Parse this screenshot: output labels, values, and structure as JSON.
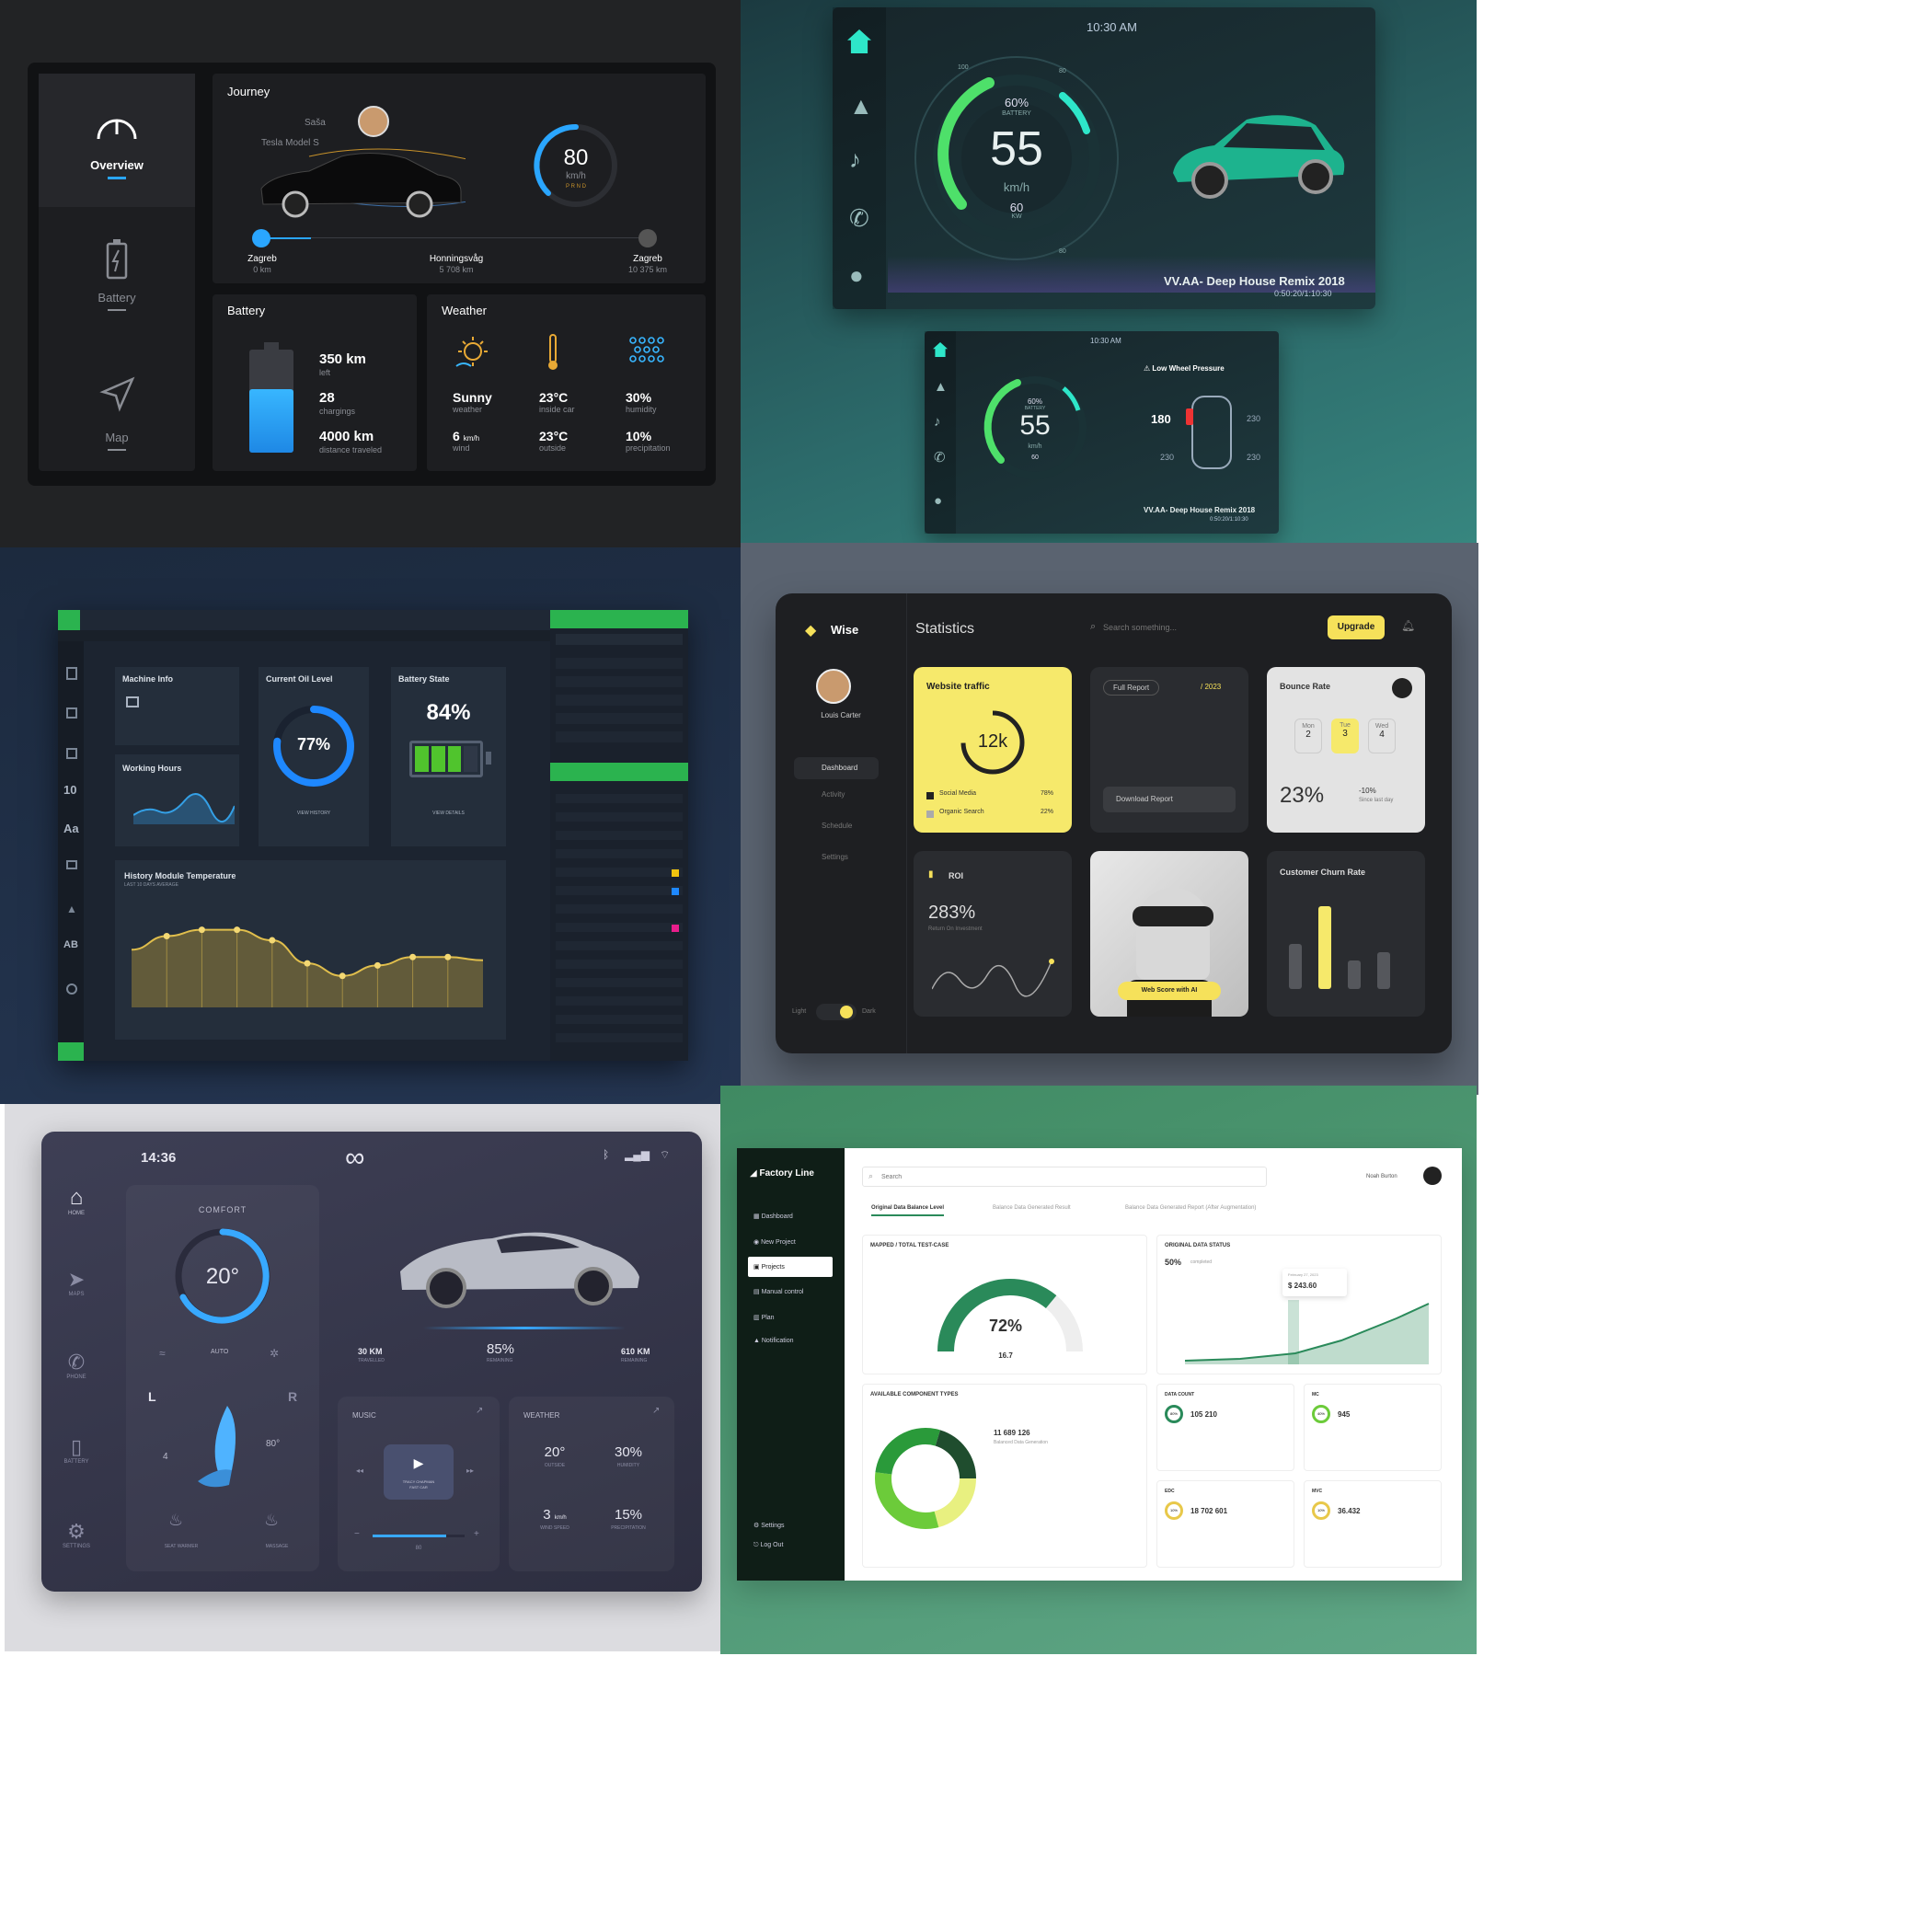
{
  "tesla": {
    "nav": [
      {
        "label": "Overview",
        "icon": "speedometer-icon"
      },
      {
        "label": "Battery",
        "icon": "battery-icon"
      },
      {
        "label": "Map",
        "icon": "navigation-icon"
      }
    ],
    "journey": {
      "title": "Journey",
      "driver": "Saša",
      "car": "Tesla Model S",
      "speed": "80",
      "speed_unit": "km/h",
      "gears": "P R N D",
      "route": [
        {
          "city": "Zagreb",
          "dist": "0 km"
        },
        {
          "city": "Honningsvåg",
          "dist": "5 708 km"
        },
        {
          "city": "Zagreb",
          "dist": "10 375 km"
        }
      ]
    },
    "battery": {
      "title": "Battery",
      "level": 0.62,
      "stats": [
        {
          "value": "350 km",
          "label": "left"
        },
        {
          "value": "28",
          "label": "chargings"
        },
        {
          "value": "4000 km",
          "label": "distance traveled"
        }
      ]
    },
    "weather": {
      "title": "Weather",
      "items": [
        {
          "value": "Sunny",
          "label": "weather"
        },
        {
          "value": "23°C",
          "label": "inside car"
        },
        {
          "value": "30%",
          "label": "humidity"
        },
        {
          "value": "6",
          "unit": "km/h",
          "label": "wind"
        },
        {
          "value": "23°C",
          "label": "outside"
        },
        {
          "value": "10%",
          "label": "precipitation"
        }
      ]
    }
  },
  "teal": {
    "time": "10:30 AM",
    "battery_pct": "60%",
    "battery_label": "BATTERY",
    "speed": "55",
    "speed_unit": "km/h",
    "power": "60",
    "power_unit": "KW",
    "ticks": [
      "100",
      "80",
      "80"
    ],
    "track": "VV.AA- Deep House Remix 2018",
    "track_time": "0:50:20/1:10:30",
    "small": {
      "time": "10:30 AM",
      "battery_pct": "60%",
      "battery_label": "BATTERY",
      "speed": "55",
      "speed_unit": "km/h",
      "power": "60",
      "alert": "Low Wheel Pressure",
      "pressures": [
        "180",
        "230",
        "230",
        "230"
      ],
      "track": "VV.AA- Deep House Remix 2018",
      "track_time": "0:50:20/1:10:30"
    }
  },
  "machine": {
    "cards": {
      "machine_info": "Machine Info",
      "working_hours": "Working Hours",
      "oil_title": "Current Oil Level",
      "oil_value": "77%",
      "oil_level": 0.77,
      "oil_link": "VIEW HISTORY",
      "battery_title": "Battery State",
      "battery_value": "84%",
      "battery_link": "VIEW DETAILS",
      "temp_title": "History Module Temperature",
      "temp_sub": "LAST 10 DAYS AVERAGE"
    },
    "sidebar_labels": [
      "10",
      "Aa",
      "AB"
    ],
    "temperature": [
      0.55,
      0.68,
      0.74,
      0.74,
      0.64,
      0.42,
      0.3,
      0.4,
      0.48,
      0.48,
      0.45
    ]
  },
  "wise": {
    "brand": "Wise",
    "title": "Statistics",
    "search_placeholder": "Search something...",
    "upgrade": "Upgrade",
    "user_name": "Louis Carter",
    "nav": [
      "Dashboard",
      "Activity",
      "Schedule",
      "Settings"
    ],
    "theme": {
      "light": "Light",
      "dark": "Dark"
    },
    "traffic": {
      "title": "Website traffic",
      "value": "12k",
      "rows": [
        {
          "label": "Social Media",
          "value": "78%"
        },
        {
          "label": "Organic Search",
          "value": "22%"
        }
      ]
    },
    "report": {
      "pill": "Full Report",
      "year": "/ 2023",
      "button": "Download Report"
    },
    "bounce": {
      "title": "Bounce Rate",
      "days": [
        {
          "d": "Mon",
          "n": "2"
        },
        {
          "d": "Tue",
          "n": "3"
        },
        {
          "d": "Wed",
          "n": "4"
        }
      ],
      "value": "23%",
      "delta": "-10%",
      "delta_label": "Since last day"
    },
    "roi": {
      "title": "ROI",
      "value": "283%",
      "sub": "Return On Investment"
    },
    "ai_button": "Web Score with AI",
    "churn": {
      "title": "Customer Churn Rate",
      "bars": [
        0.55,
        1.0,
        0.35,
        0.45
      ]
    }
  },
  "ev": {
    "time": "14:36",
    "nav": [
      "HOME",
      "MAPS",
      "PHONE",
      "BATTERY",
      "SETTINGS"
    ],
    "comfort": {
      "title": "COMFORT",
      "temp": "20",
      "auto": "AUTO"
    },
    "seat": {
      "left": "L",
      "right": "R",
      "deg": "80",
      "level": "4",
      "warmer": "SEAT WARMER",
      "massage": "MASSAGE"
    },
    "trip": [
      {
        "value": "30 KM",
        "label": "TRAVELLED"
      },
      {
        "value": "85%",
        "label": "REMAINING"
      },
      {
        "value": "610 KM",
        "label": "REMAINING"
      }
    ],
    "music": {
      "title": "MUSIC",
      "track": "TRACY CHAPMAN",
      "album": "FAST CAR",
      "volume": "80"
    },
    "weather": {
      "title": "WEATHER",
      "items": [
        {
          "value": "20°",
          "label": "OUTSIDE"
        },
        {
          "value": "30%",
          "label": "HUMIDITY"
        },
        {
          "value": "3",
          "unit": "km/h",
          "label": "WIND SPEED"
        },
        {
          "value": "15%",
          "label": "PRECIPITATION"
        }
      ]
    }
  },
  "factory": {
    "brand": "Factory Line",
    "nav": [
      "Dashboard",
      "New Project",
      "Projects",
      "Manual control",
      "Plan",
      "Notification"
    ],
    "bottom_nav": [
      "Settings",
      "Log Out"
    ],
    "search_placeholder": "Search",
    "user": "Noah Burton",
    "tabs": [
      "Original Data Balance Level",
      "Balance Data Generated Result",
      "Balance Data Generated Report (After Augmentation)"
    ],
    "gauge": {
      "title": "MAPPED / TOTAL TEST-CASE",
      "value": "72%",
      "sub": "16.7",
      "fraction": 0.72
    },
    "status": {
      "title": "ORIGINAL DATA STATUS",
      "pct": "50%",
      "pct_label": "completed",
      "tooltip_date": "February 27, 2023",
      "tooltip_value": "$ 243.60"
    },
    "types": {
      "title": "AVAILABLE COMPONENT TYPES",
      "total": "11 689 126",
      "total_label": "Balanced Data Generation"
    },
    "stats": [
      {
        "title": "DATA COUNT",
        "value": "105 210",
        "badge": "80%"
      },
      {
        "title": "MC",
        "value": "945",
        "badge": "40%"
      },
      {
        "title": "EDC",
        "value": "18 702 601",
        "badge": "10%"
      },
      {
        "title": "MVC",
        "value": "36.432",
        "badge": "10%"
      }
    ]
  }
}
